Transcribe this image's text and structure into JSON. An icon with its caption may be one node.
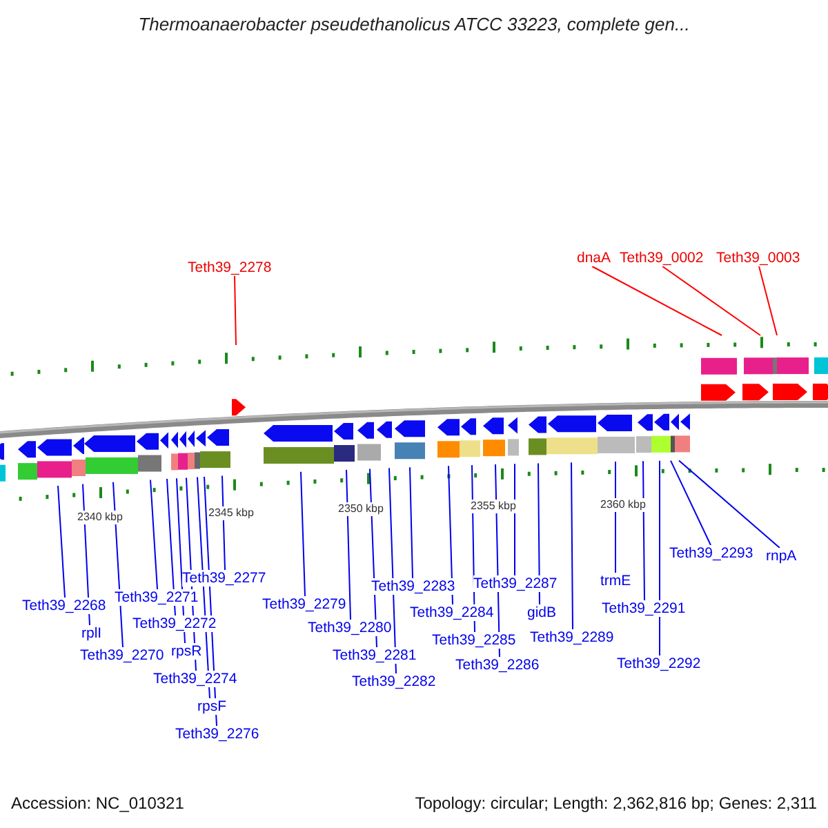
{
  "diagram": {
    "title": "Thermoanaerobacter pseudethanolicus ATCC 33223, complete gen...",
    "nodes": [
      {
        "text": [
          "Teth39_2278"
        ]
      },
      {
        "text": [
          "dnaA"
        ]
      },
      {
        "text": [
          "Teth39_0002"
        ]
      },
      {
        "text": [
          "Teth39_0003"
        ]
      },
      {
        "text": [
          "Teth39_2268"
        ]
      },
      {
        "text": [
          "rplI"
        ]
      },
      {
        "text": [
          "Teth39_2270"
        ]
      },
      {
        "text": [
          "Teth39_2271"
        ]
      },
      {
        "text": [
          "Teth39_2272"
        ]
      },
      {
        "text": [
          "rpsR"
        ]
      },
      {
        "text": [
          "Teth39_2274"
        ]
      },
      {
        "text": [
          "rpsF"
        ]
      },
      {
        "text": [
          "Teth39_2276"
        ]
      },
      {
        "text": [
          "Teth39_2277"
        ]
      },
      {
        "text": [
          "Teth39_2279"
        ]
      },
      {
        "text": [
          "Teth39_2280"
        ]
      },
      {
        "text": [
          "Teth39_2281"
        ]
      },
      {
        "text": [
          "Teth39_2282"
        ]
      },
      {
        "text": [
          "Teth39_2283"
        ]
      },
      {
        "text": [
          "Teth39_2284"
        ]
      },
      {
        "text": [
          "Teth39_2285"
        ]
      },
      {
        "text": [
          "Teth39_2286"
        ]
      },
      {
        "text": [
          "Teth39_2287"
        ]
      },
      {
        "text": [
          "gidB"
        ]
      },
      {
        "text": [
          "Teth39_2289"
        ]
      },
      {
        "text": [
          "trmE"
        ]
      },
      {
        "text": [
          "Teth39_2291"
        ]
      },
      {
        "text": [
          "Teth39_2292"
        ]
      },
      {
        "text": [
          "Teth39_2293"
        ]
      },
      {
        "text": [
          "rnpA"
        ]
      }
    ],
    "edges": [
      {
        "from": 0,
        "to": null,
        "arrow": "none",
        "color": "#ff0000"
      },
      {
        "from": 1,
        "to": null,
        "arrow": "none",
        "color": "#ff0000"
      },
      {
        "from": 2,
        "to": null,
        "arrow": "none",
        "color": "#ff0000"
      },
      {
        "from": 3,
        "to": null,
        "arrow": "none",
        "color": "#ff0000"
      },
      {
        "from": 4,
        "to": null,
        "arrow": "none"
      },
      {
        "from": 5,
        "to": null,
        "arrow": "none"
      },
      {
        "from": 6,
        "to": null,
        "arrow": "none"
      },
      {
        "from": 7,
        "to": null,
        "arrow": "none"
      },
      {
        "from": 8,
        "to": null,
        "arrow": "none"
      },
      {
        "from": 9,
        "to": null,
        "arrow": "none"
      },
      {
        "from": 10,
        "to": null,
        "arrow": "none"
      },
      {
        "from": 11,
        "to": null,
        "arrow": "none"
      },
      {
        "from": 12,
        "to": null,
        "arrow": "none"
      },
      {
        "from": 13,
        "to": null,
        "arrow": "none"
      },
      {
        "from": 14,
        "to": null,
        "arrow": "none"
      },
      {
        "from": 15,
        "to": null,
        "arrow": "none"
      },
      {
        "from": 16,
        "to": null,
        "arrow": "none"
      },
      {
        "from": 17,
        "to": null,
        "arrow": "none"
      },
      {
        "from": 18,
        "to": null,
        "arrow": "none"
      },
      {
        "from": 19,
        "to": null,
        "arrow": "none"
      },
      {
        "from": 20,
        "to": null,
        "arrow": "none"
      },
      {
        "from": 21,
        "to": null,
        "arrow": "none"
      },
      {
        "from": 22,
        "to": null,
        "arrow": "none"
      },
      {
        "from": 23,
        "to": null,
        "arrow": "none"
      },
      {
        "from": 24,
        "to": null,
        "arrow": "none"
      },
      {
        "from": 25,
        "to": null,
        "arrow": "none"
      },
      {
        "from": 26,
        "to": null,
        "arrow": "none"
      },
      {
        "from": 27,
        "to": null,
        "arrow": "none"
      },
      {
        "from": 28,
        "to": null,
        "arrow": "none"
      },
      {
        "from": 29,
        "to": null,
        "arrow": "none"
      }
    ],
    "labels": [
      "2340 kbp",
      "2345 kbp",
      "2350 kbp",
      "2355 kbp",
      "2360 kbp",
      "Accession: NC_010321",
      "Topology: circular; Length: 2,362,816 bp; Genes: 2,311"
    ]
  }
}
